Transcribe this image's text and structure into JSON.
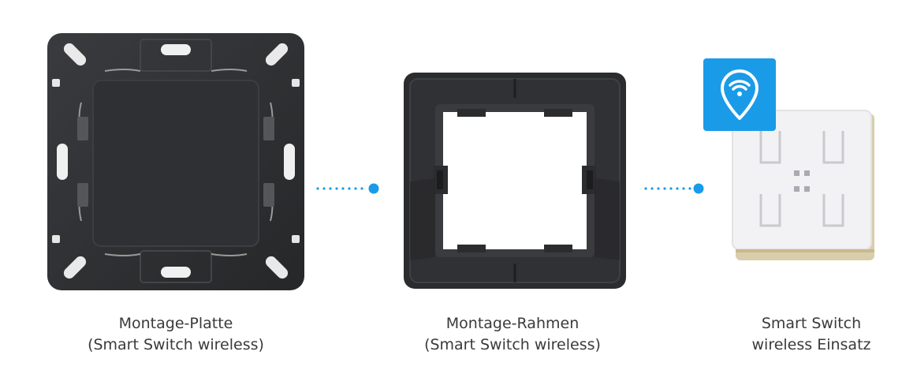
{
  "products": [
    {
      "caption_line1": "Montage-Platte",
      "caption_line2": "(Smart Switch wireless)"
    },
    {
      "caption_line1": "Montage-Rahmen",
      "caption_line2": "(Smart Switch wireless)"
    },
    {
      "caption_line1": "Smart Switch",
      "caption_line2": "wireless Einsatz"
    }
  ],
  "icons": {
    "badge": "wifi-location-pin-icon"
  },
  "colors": {
    "plate": "#2e2f31",
    "frame": "#2b2c2e",
    "insert": "#f1f1f3",
    "accent": "#1a9be8",
    "caption_text": "#3a3a3a",
    "connector_dot": "#1a9be8"
  }
}
